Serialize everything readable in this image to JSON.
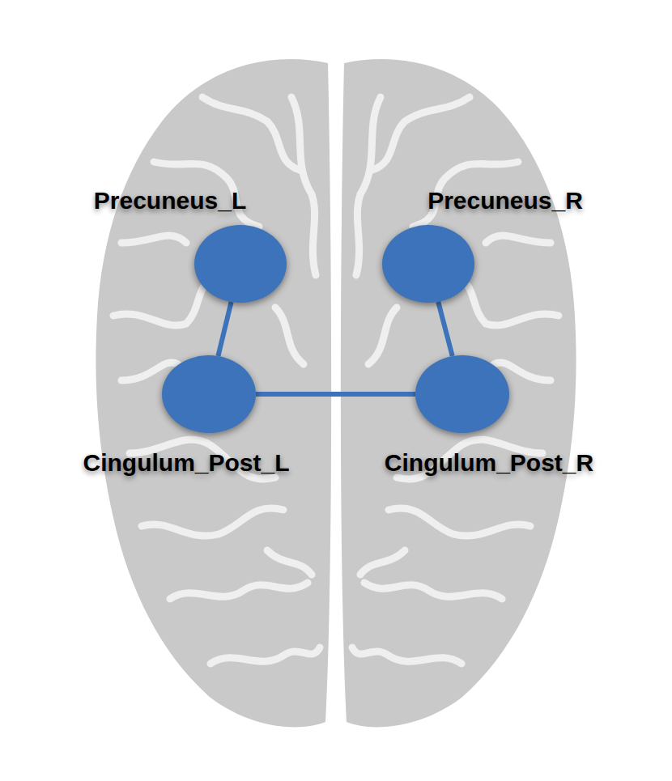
{
  "diagram": {
    "nodes": [
      {
        "text": [
          "Precuneus_L"
        ]
      },
      {
        "text": [
          "Precuneus_R"
        ]
      },
      {
        "text": [
          "Cingulum_Post_L"
        ]
      },
      {
        "text": [
          "Cingulum_Post_R"
        ]
      }
    ],
    "edges": [
      {
        "from": 0,
        "to": 2,
        "arrow": "none"
      },
      {
        "from": 2,
        "to": 3,
        "arrow": "none"
      },
      {
        "from": 1,
        "to": 3,
        "arrow": "none"
      }
    ]
  }
}
